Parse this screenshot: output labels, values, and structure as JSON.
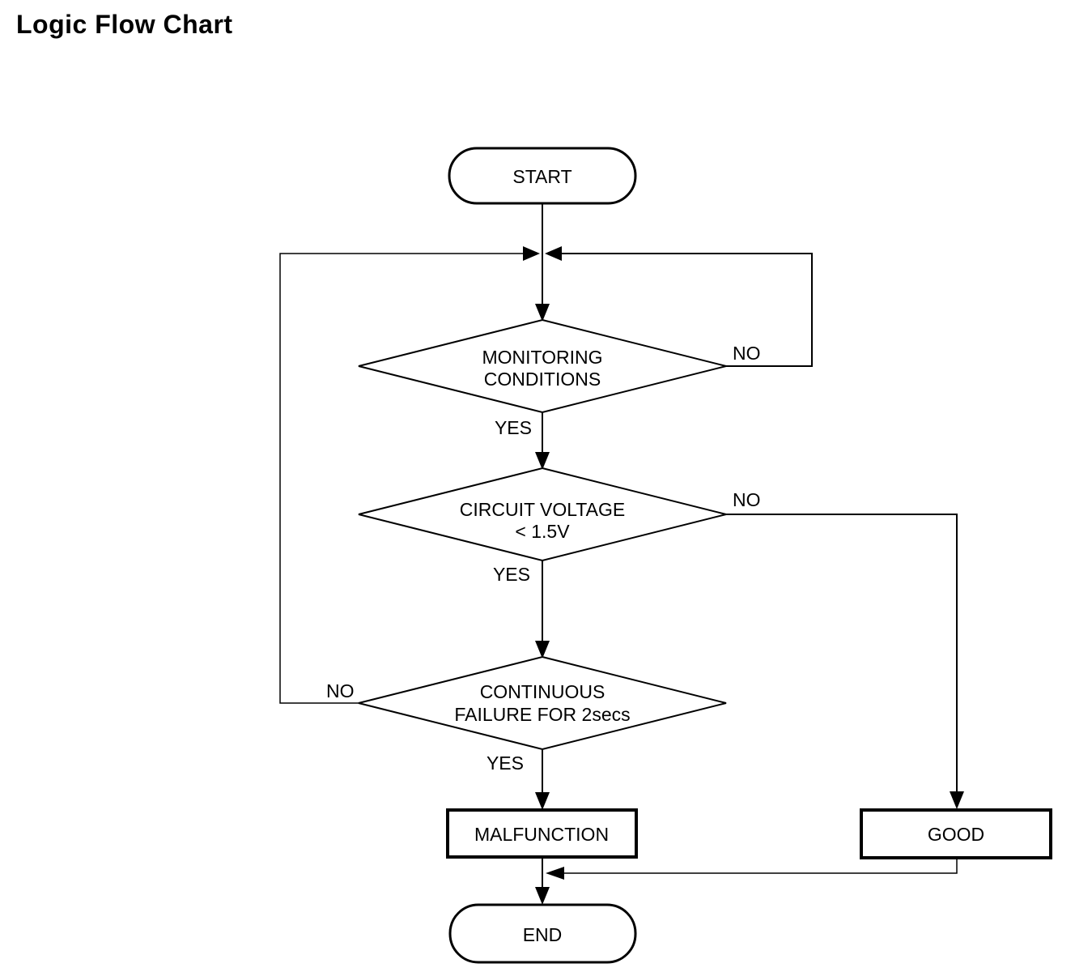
{
  "page": {
    "title": "Logic Flow Chart"
  },
  "chart": {
    "background": "#ffffff",
    "line_color": "#000000",
    "text_color": "#000000",
    "nodes": {
      "start": {
        "label": "START",
        "type": "terminator"
      },
      "monitoring": {
        "line1": "MONITORING",
        "line2": "CONDITIONS",
        "type": "decision"
      },
      "voltage": {
        "line1": "CIRCUIT VOLTAGE",
        "line2": "< 1.5V",
        "type": "decision"
      },
      "failure": {
        "line1": "CONTINUOUS",
        "line2": "FAILURE FOR 2secs",
        "type": "decision"
      },
      "malfunction": {
        "label": "MALFUNCTION",
        "type": "process"
      },
      "good": {
        "label": "GOOD",
        "type": "process"
      },
      "end": {
        "label": "END",
        "type": "terminator"
      }
    },
    "labels": {
      "monitoring_yes": "YES",
      "monitoring_no": "NO",
      "voltage_yes": "YES",
      "voltage_no": "NO",
      "failure_yes": "YES",
      "failure_no": "NO"
    }
  }
}
